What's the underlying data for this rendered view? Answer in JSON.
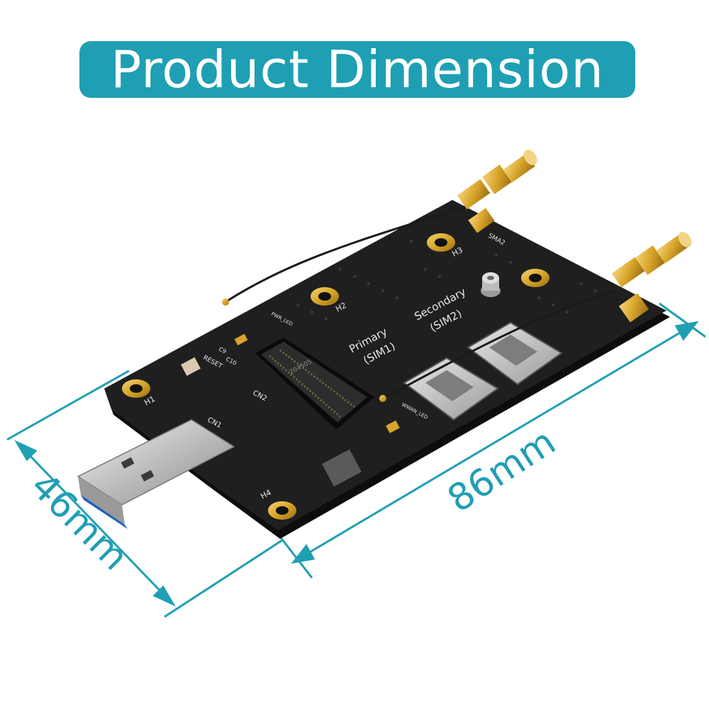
{
  "title": "Product Dimension",
  "dimensions": {
    "width": "46mm",
    "length": "86mm"
  },
  "board_labels": {
    "h1": "H1",
    "h2": "H2",
    "h3": "H3",
    "h4": "H4",
    "cn1": "CN1",
    "cn2": "CN2",
    "primary": "Primary",
    "primary_sim": "(SIM1)",
    "secondary": "Secondary",
    "secondary_sim": "(SIM2)",
    "sma2": "SMA2",
    "reset": "RESET",
    "pwr_led": "PWR_LED",
    "wwan_led": "WWAN_LED",
    "c9": "C9",
    "c10": "C10",
    "connector_code": "204505"
  },
  "colors": {
    "accent": "#1f9fb3",
    "pcb": "#1c1c1c",
    "gold": "#d8a52a",
    "silver": "#c9c9c9"
  }
}
